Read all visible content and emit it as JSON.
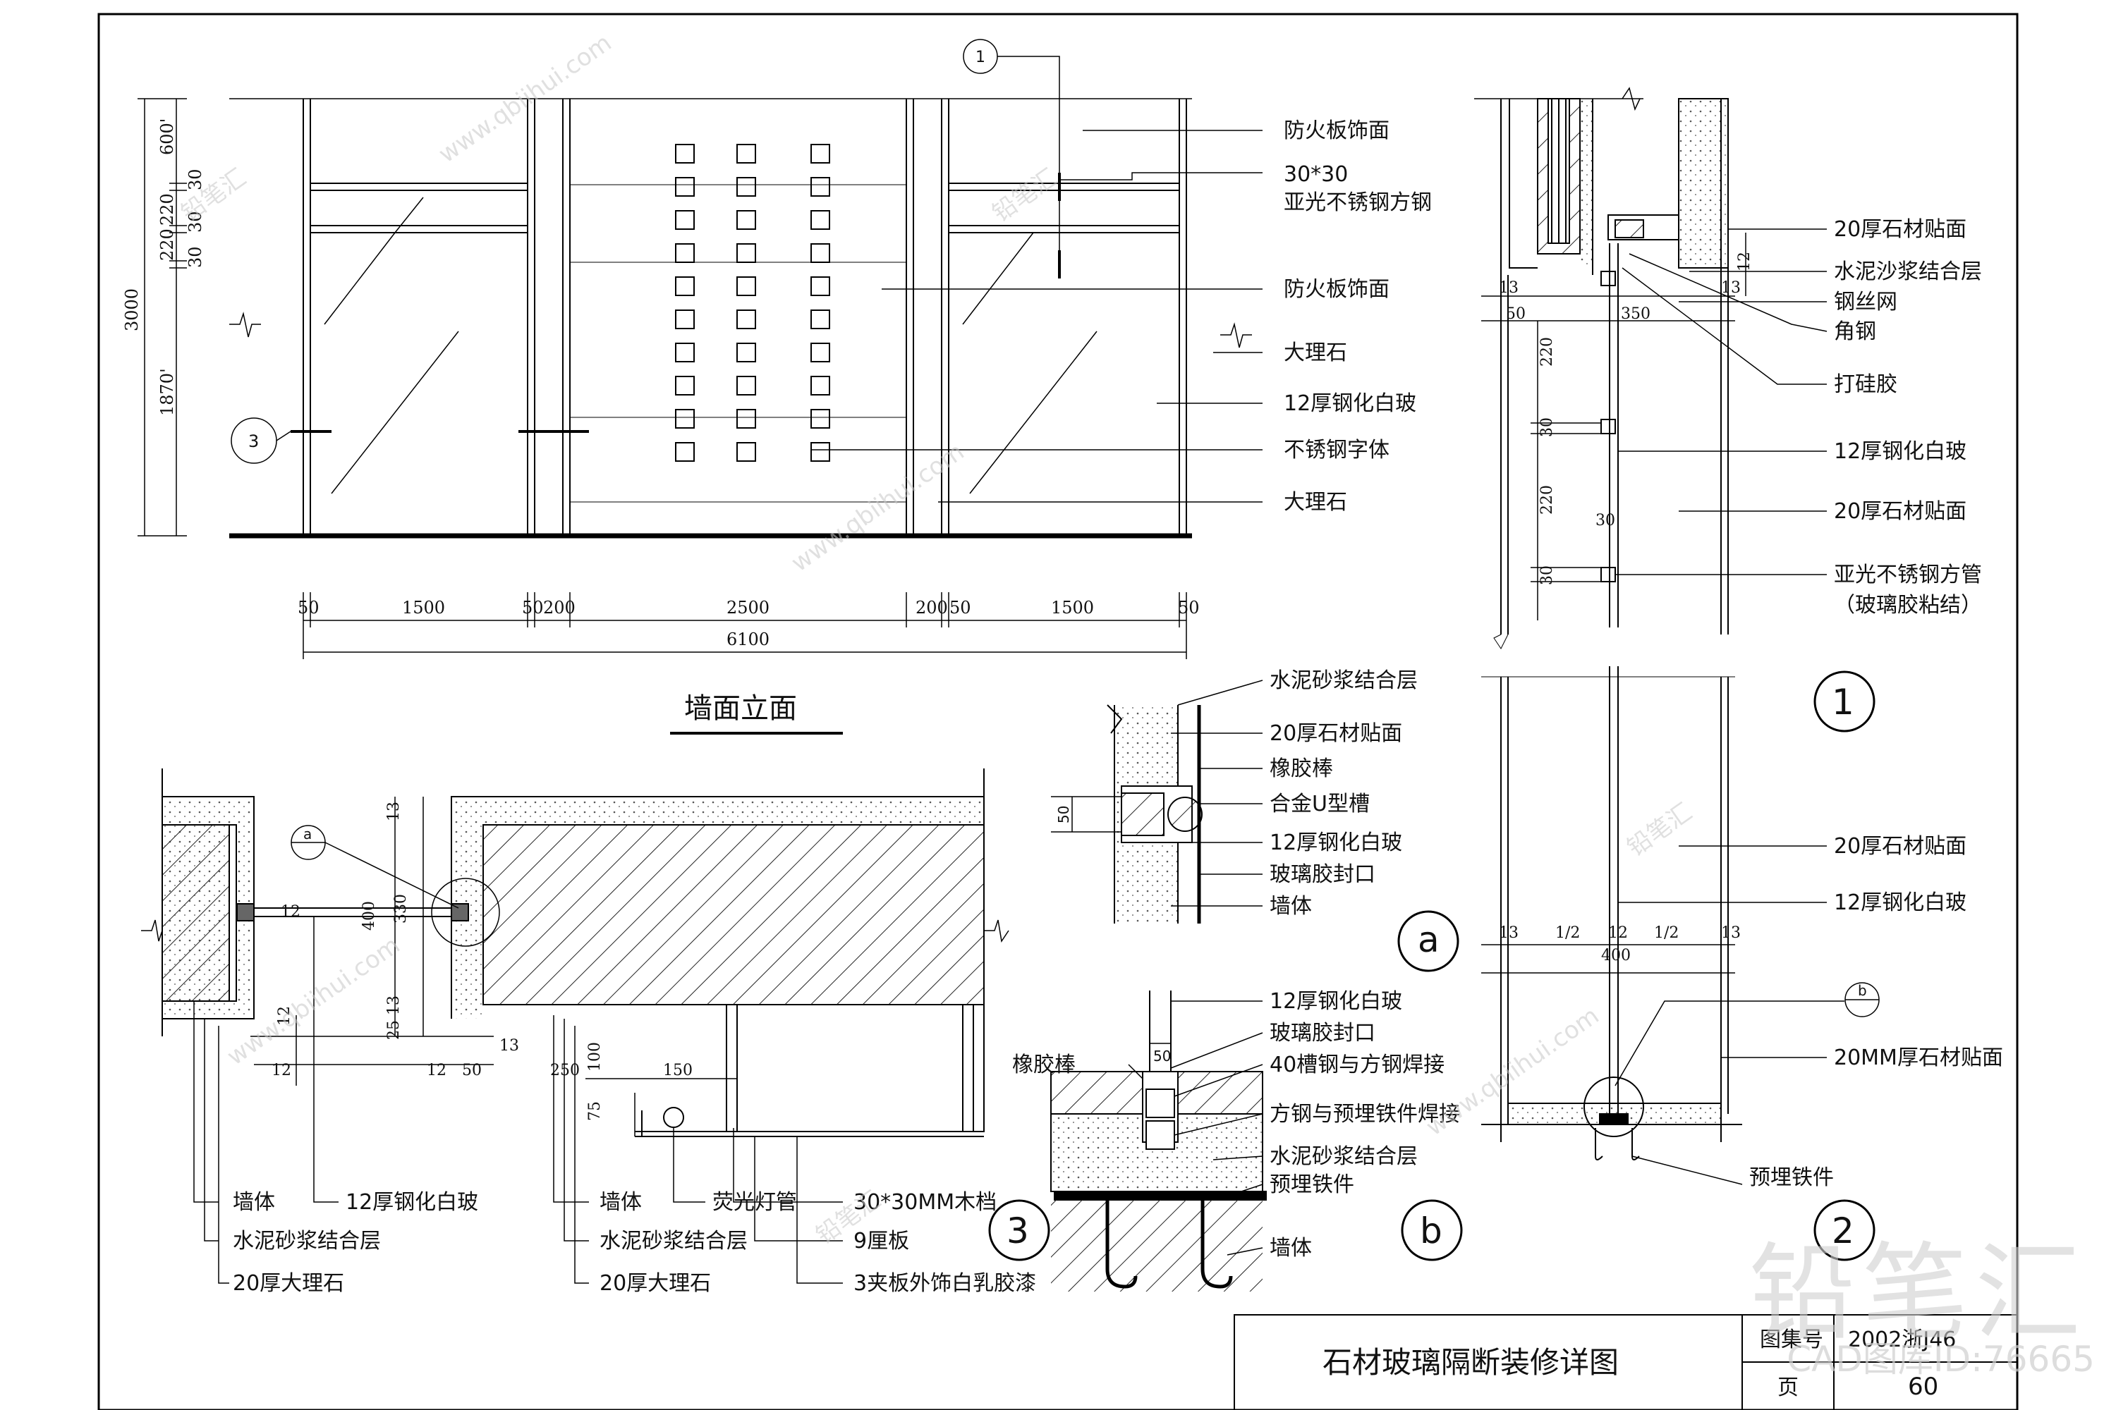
{
  "elevation": {
    "title": "墙面立面",
    "callout_1": "1",
    "callout_3": "3",
    "labels": [
      "防火板饰面",
      "30*30",
      "亚光不锈钢方钢",
      "防火板饰面",
      "大理石",
      "12厚钢化白玻",
      "不锈钢字体",
      "大理石"
    ],
    "dims_h": [
      "50",
      "1500",
      "50",
      "200",
      "2500",
      "200",
      "50",
      "1500",
      "50"
    ],
    "dim_total": "6100",
    "dims_v": [
      "600'",
      "30",
      "220",
      "30",
      "220",
      "30",
      "1870'"
    ],
    "dim_v_total": "3000"
  },
  "detail1": {
    "labels": [
      "20厚石材贴面",
      "水泥沙浆结合层",
      "钢丝网",
      "角钢",
      "打硅胶",
      "12厚钢化白玻",
      "20厚石材贴面",
      "亚光不锈钢方管",
      "（玻璃胶粘结）",
      "20厚石材贴面",
      "12厚钢化白玻",
      "20MM厚石材贴面",
      "预埋铁件"
    ],
    "callout_b": "b",
    "dims": [
      "13",
      "50",
      "350",
      "13",
      "12",
      "220",
      "30",
      "220",
      "30",
      "30",
      "13",
      "1/2",
      "12",
      "1/2",
      "13",
      "400"
    ],
    "mark_1": "1",
    "mark_2": "2"
  },
  "detail3": {
    "labels": [
      "墙体",
      "水泥砂浆结合层",
      "20厚大理石",
      "12厚钢化白玻",
      "墙体",
      "水泥砂浆结合层",
      "20厚大理石",
      "荧光灯管",
      "30*30MM木档",
      "9厘板",
      "3夹板外饰白乳胶漆"
    ],
    "callout_a": "a",
    "dims": [
      "13",
      "12",
      "400",
      "330",
      "25",
      "13",
      "12",
      "12",
      "12",
      "50",
      "13",
      "250",
      "100",
      "150",
      "75"
    ],
    "mark": "3"
  },
  "detail_a": {
    "labels": [
      "水泥砂浆结合层",
      "20厚石材贴面",
      "橡胶棒",
      "合金U型槽",
      "12厚钢化白玻",
      "玻璃胶封口",
      "墙体"
    ],
    "dim": "50",
    "mark": "a"
  },
  "detail_b": {
    "labels": [
      "12厚钢化白玻",
      "玻璃胶封口",
      "40槽钢与方钢焊接",
      "方钢与预埋铁件焊接",
      "水泥砂浆结合层",
      "预埋铁件",
      "墙体"
    ],
    "left_label": "橡胶棒",
    "dim": "50",
    "mark": "b"
  },
  "title_block": {
    "title": "石材玻璃隔断装修详图",
    "atlas_label": "图集号",
    "atlas_value": "2002浙J46",
    "page_label": "页",
    "page_value": "60"
  },
  "watermark": {
    "url": "www.qbiihui.com",
    "brand": "铅笔汇",
    "id_text": "CAD图库ID:76665"
  }
}
